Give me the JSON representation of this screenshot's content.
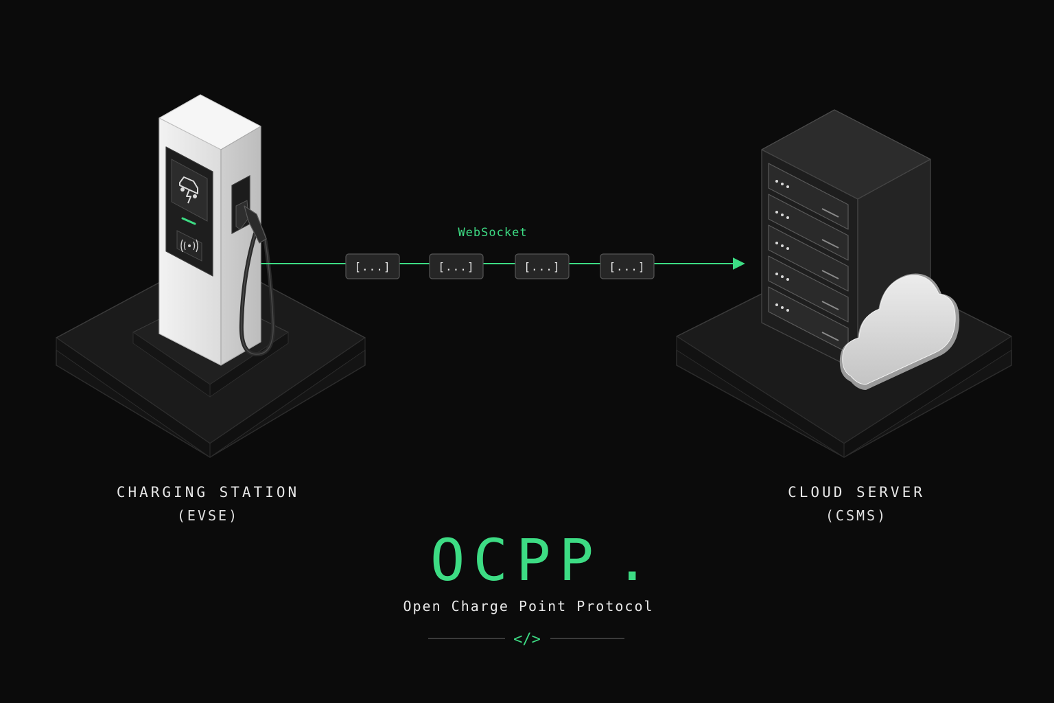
{
  "colors": {
    "background": "#0b0b0b",
    "accent": "#3ddc84",
    "platform": "#1b1b1b",
    "platform_edge": "#3a3a3a",
    "station_body": "#e9e9e9",
    "server_body": "#262626",
    "cloud": "#d9d9d9"
  },
  "link": {
    "label": "WebSocket",
    "packets": [
      "[...]",
      "[...]",
      "[...]",
      "[...]"
    ]
  },
  "station": {
    "title": "CHARGING STATION",
    "subtitle": "(EVSE)",
    "screen_icon": "car-charging-icon",
    "reader_icon": "nfc-reader-icon"
  },
  "server": {
    "title": "CLOUD SERVER",
    "subtitle": "(CSMS)",
    "overlay_icon": "cloud-icon"
  },
  "brand": {
    "title": "OCPP",
    "dot": ".",
    "tagline": "Open Charge Point Protocol",
    "code_icon": "code-icon",
    "code_glyph": "</>"
  }
}
